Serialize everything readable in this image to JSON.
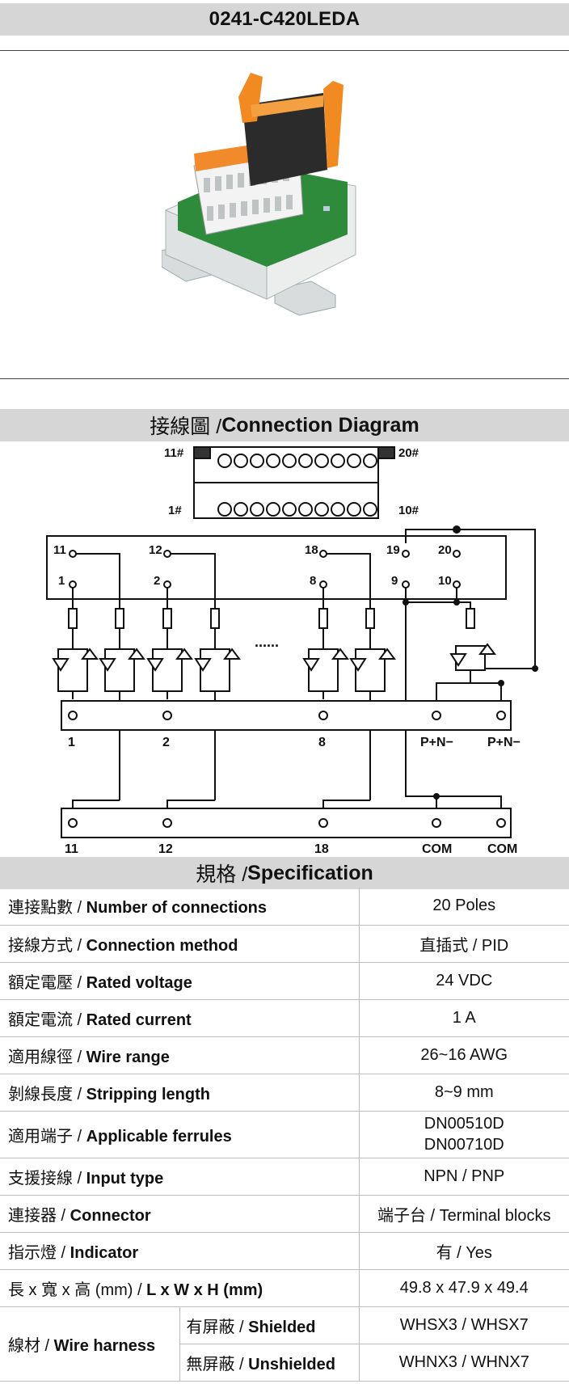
{
  "title": "0241-C420LEDA",
  "diagram_section": {
    "zh": "接線圖 / ",
    "en": "Connection Diagram"
  },
  "spec_section": {
    "zh": "規格 / ",
    "en": "Specification"
  },
  "diagram": {
    "top_left_pin": "11#",
    "top_right_pin": "20#",
    "bottom_left_pin": "1#",
    "bottom_right_pin": "10#",
    "upper_labels": [
      "11",
      "12",
      "18",
      "19",
      "20"
    ],
    "lower_labels": [
      "1",
      "2",
      "8",
      "9",
      "10"
    ],
    "dots": "......",
    "strip1_labels": [
      "1",
      "2",
      "8",
      "P+N−",
      "P+N−"
    ],
    "strip2_labels": [
      "11",
      "12",
      "18",
      "COM",
      "COM"
    ]
  },
  "spec": {
    "connections": {
      "zh": "連接點數 / ",
      "en": "Number of connections",
      "value": "20 Poles"
    },
    "method": {
      "zh": "接線方式 / ",
      "en": "Connection method",
      "value": "直插式 / PID"
    },
    "voltage": {
      "zh": "額定電壓 / ",
      "en": "Rated voltage",
      "value": "24 VDC"
    },
    "current": {
      "zh": "額定電流 / ",
      "en": "Rated current",
      "value": "1 A"
    },
    "wire_range": {
      "zh": "適用線徑 / ",
      "en": "Wire range",
      "value": "26~16 AWG"
    },
    "stripping": {
      "zh": "剝線長度 / ",
      "en": "Stripping length",
      "value": "8~9 mm"
    },
    "ferrules": {
      "zh": "適用端子 / ",
      "en": "Applicable ferrules",
      "value1": "DN00510D",
      "value2": "DN00710D"
    },
    "input": {
      "zh": "支援接線 / ",
      "en": "Input type",
      "value": "NPN / PNP"
    },
    "connector": {
      "zh": "連接器 / ",
      "en": "Connector",
      "value": "端子台 / Terminal blocks"
    },
    "indicator": {
      "zh": "指示燈 / ",
      "en": "Indicator",
      "value": "有 / Yes"
    },
    "dimensions": {
      "zh": "長 x 寬 x 高 (mm) / ",
      "en": "L x W x H (mm)",
      "value": "49.8 x 47.9 x 49.4"
    },
    "harness": {
      "zh": "線材 / ",
      "en": "Wire harness",
      "shielded": {
        "zh": "有屏蔽 / ",
        "en": "Shielded",
        "value": "WHSX3 / WHSX7"
      },
      "unshielded": {
        "zh": "無屏蔽 / ",
        "en": "Unshielded",
        "value": "WHNX3 / WHNX7"
      }
    }
  }
}
